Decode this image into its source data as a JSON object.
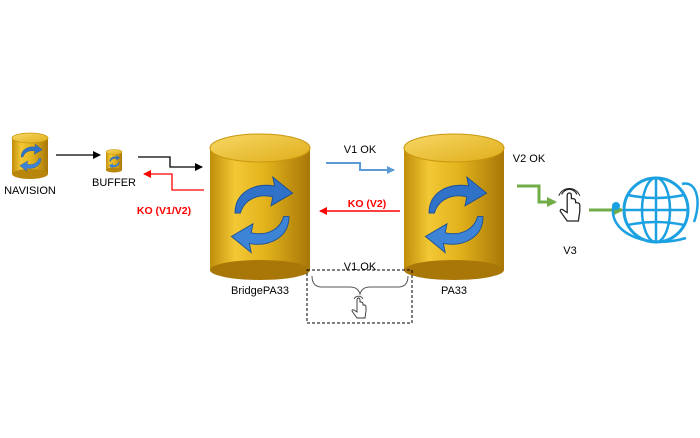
{
  "nodes": {
    "navision": "NAVISION",
    "buffer": "BUFFER",
    "bridge": "BridgePA33",
    "pa33": "PA33",
    "v3": "V3"
  },
  "edges": {
    "v1_ok": "V1 OK",
    "ko_v2": "KO (V2)",
    "ko_v1v2": "KO (V1/V2)",
    "v2_ok": "V2 OK",
    "v1_ok_manual": "V1 OK"
  },
  "colors": {
    "db_gold": "#e8b91f",
    "db_dark": "#b8860b",
    "sync_arrow": "#2f72c8",
    "arrow_blue": "#5b9bd5",
    "arrow_red": "#ff0000",
    "arrow_green": "#70ad47",
    "globe": "#1ba1e2"
  },
  "icons": [
    "database-sync-icon",
    "hand-pointer-icon",
    "globe-icon"
  ]
}
